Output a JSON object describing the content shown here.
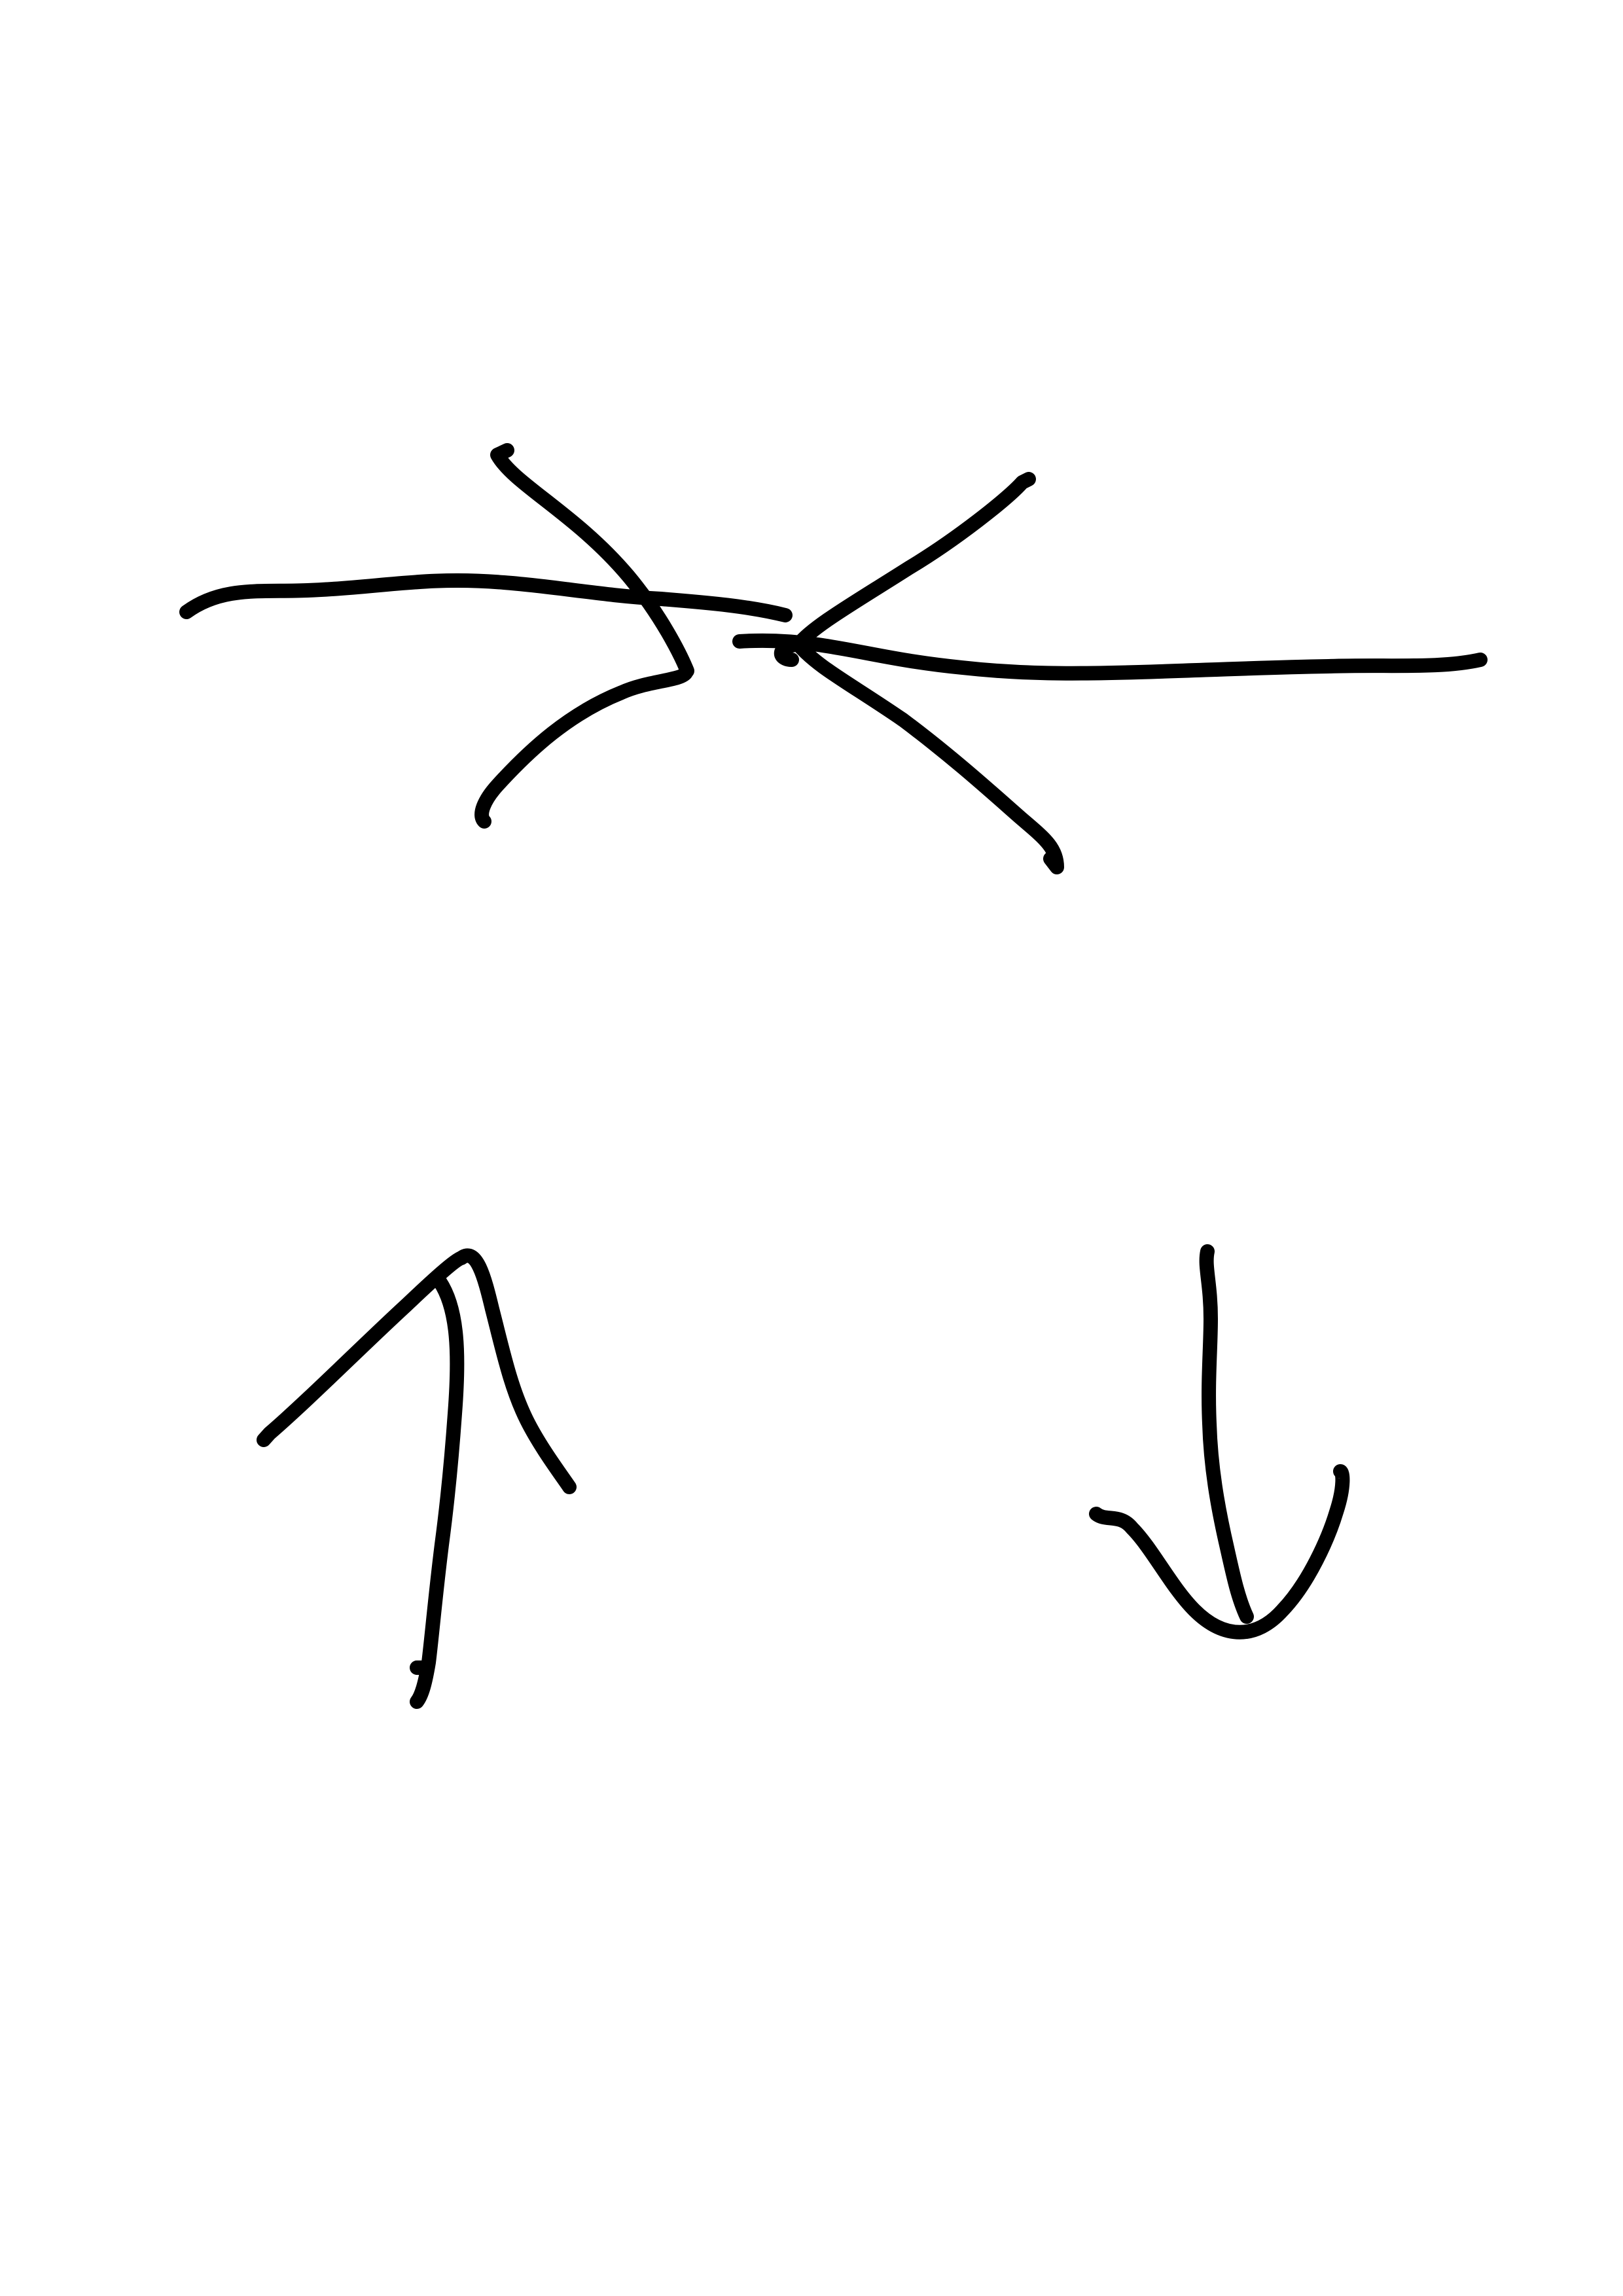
{
  "colors": {
    "background": "#ffffff",
    "ink": "#000000"
  },
  "sketch": {
    "arrows": [
      {
        "name": "right-arrow-icon",
        "direction": "right"
      },
      {
        "name": "left-arrow-icon",
        "direction": "left"
      },
      {
        "name": "up-arrow-icon",
        "direction": "up"
      },
      {
        "name": "down-arrow-icon",
        "direction": "down"
      }
    ]
  }
}
